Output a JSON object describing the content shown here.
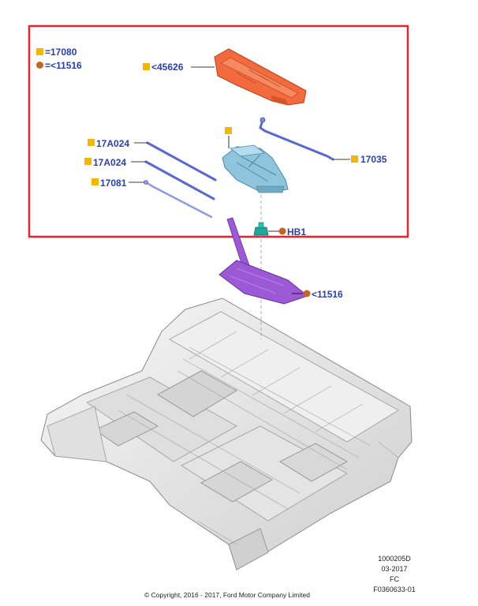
{
  "legend": {
    "items": [
      {
        "marker": "square",
        "label": "=17080"
      },
      {
        "marker": "circle",
        "label": "=<11516"
      }
    ]
  },
  "callouts": {
    "case_45626": "<45626",
    "rod_17a024_top": "17A024",
    "rod_17a024_bottom": "17A024",
    "rod_17081": "17081",
    "handle_17035": "17035",
    "nut_hb1": "HB1",
    "bracket_11516": "<11516"
  },
  "info": {
    "doc_id": "1000205D",
    "date": "03-2017",
    "code": "FC",
    "figure_id": "F0360633-01"
  },
  "copyright": "© Copyright, 2016 - 2017, Ford Motor Company Limited",
  "colors": {
    "frame": "#e8232b",
    "square_marker": "#f2b705",
    "circle_marker": "#c4661e",
    "callout_text": "#2a3fb5",
    "jack_case": "#f26a3d",
    "jack": "#8fc5dc",
    "tool_rods": "#5a68d4",
    "bracket": "#9b59d6",
    "nut": "#1fa79c",
    "floor_pan": "#e6e6e6"
  },
  "icons": [
    "jack-storage-case",
    "scissor-jack",
    "extension-rod",
    "jack-handle",
    "retaining-nut",
    "mounting-bracket",
    "floor-pan"
  ]
}
